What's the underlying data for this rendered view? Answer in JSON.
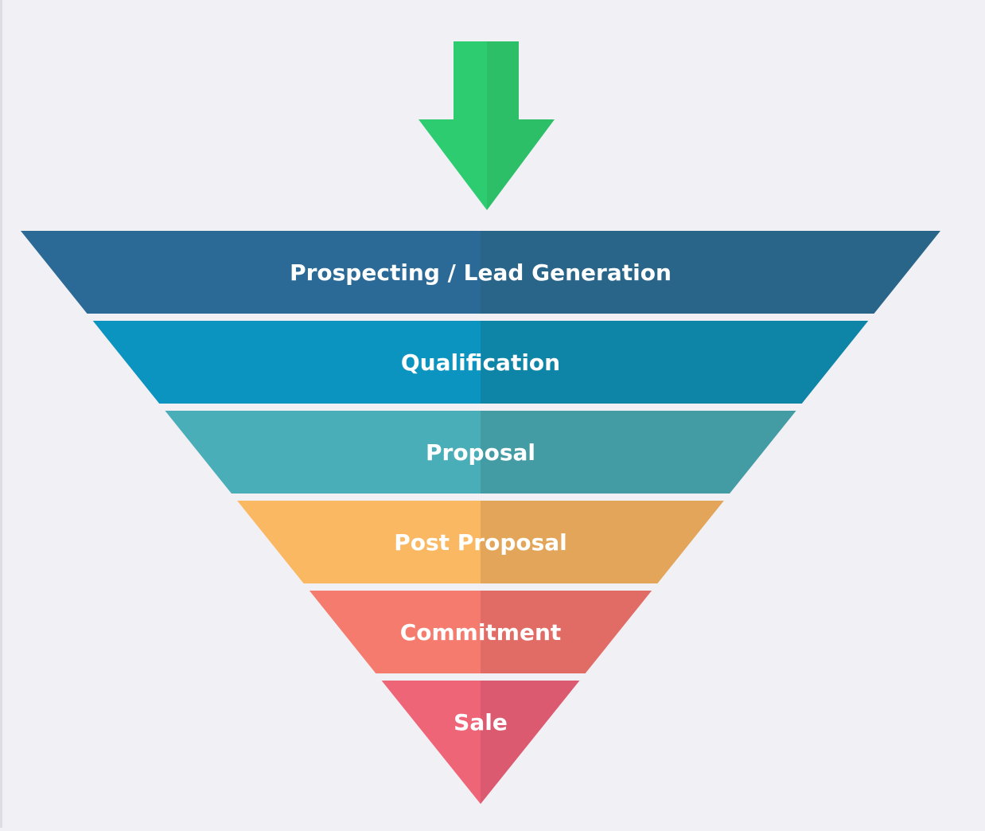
{
  "funnel": {
    "arrow": {
      "icon": "down-arrow-icon",
      "color_left": "#2ecc71",
      "color_right": "#2dbf68"
    },
    "stages": [
      {
        "label": "Prospecting / Lead Generation",
        "color_left": "#2b6a97",
        "color_right": "#296489"
      },
      {
        "label": "Qualification",
        "color_left": "#0b94bf",
        "color_right": "#0e84a7"
      },
      {
        "label": "Proposal",
        "color_left": "#4aaeb9",
        "color_right": "#439ba3"
      },
      {
        "label": "Post Proposal",
        "color_left": "#fab862",
        "color_right": "#e3a559"
      },
      {
        "label": "Commitment",
        "color_left": "#f47b6e",
        "color_right": "#e16c65"
      },
      {
        "label": "Sale",
        "color_left": "#ef6578",
        "color_right": "#dc5a70"
      }
    ]
  }
}
